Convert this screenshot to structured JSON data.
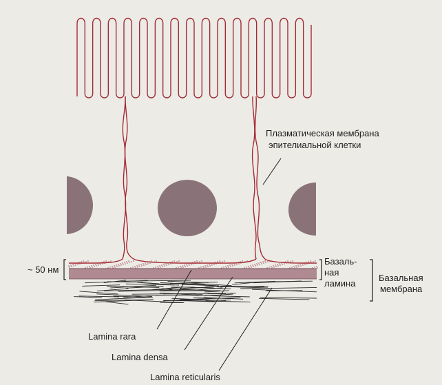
{
  "labels": {
    "plasma_membrane_line1": "Плазматическая мембрана",
    "plasma_membrane_line2": "эпителиальной клетки",
    "thickness": "~ 50 нм",
    "basal_lamina_line1": "Базаль-",
    "basal_lamina_line2": "ная",
    "basal_lamina_line3": "ламина",
    "basement_membrane_line1": "Базальная",
    "basement_membrane_line2": "мембрана",
    "lamina_rara": "Lamina rara",
    "lamina_densa": "Lamina densa",
    "lamina_reticularis": "Lamina reticularis"
  },
  "colors": {
    "background": "#ecebe6",
    "membrane": "#a52a32",
    "nucleus": "#8a7378",
    "densa": "#b08a92",
    "ink": "#1e1e1e"
  }
}
